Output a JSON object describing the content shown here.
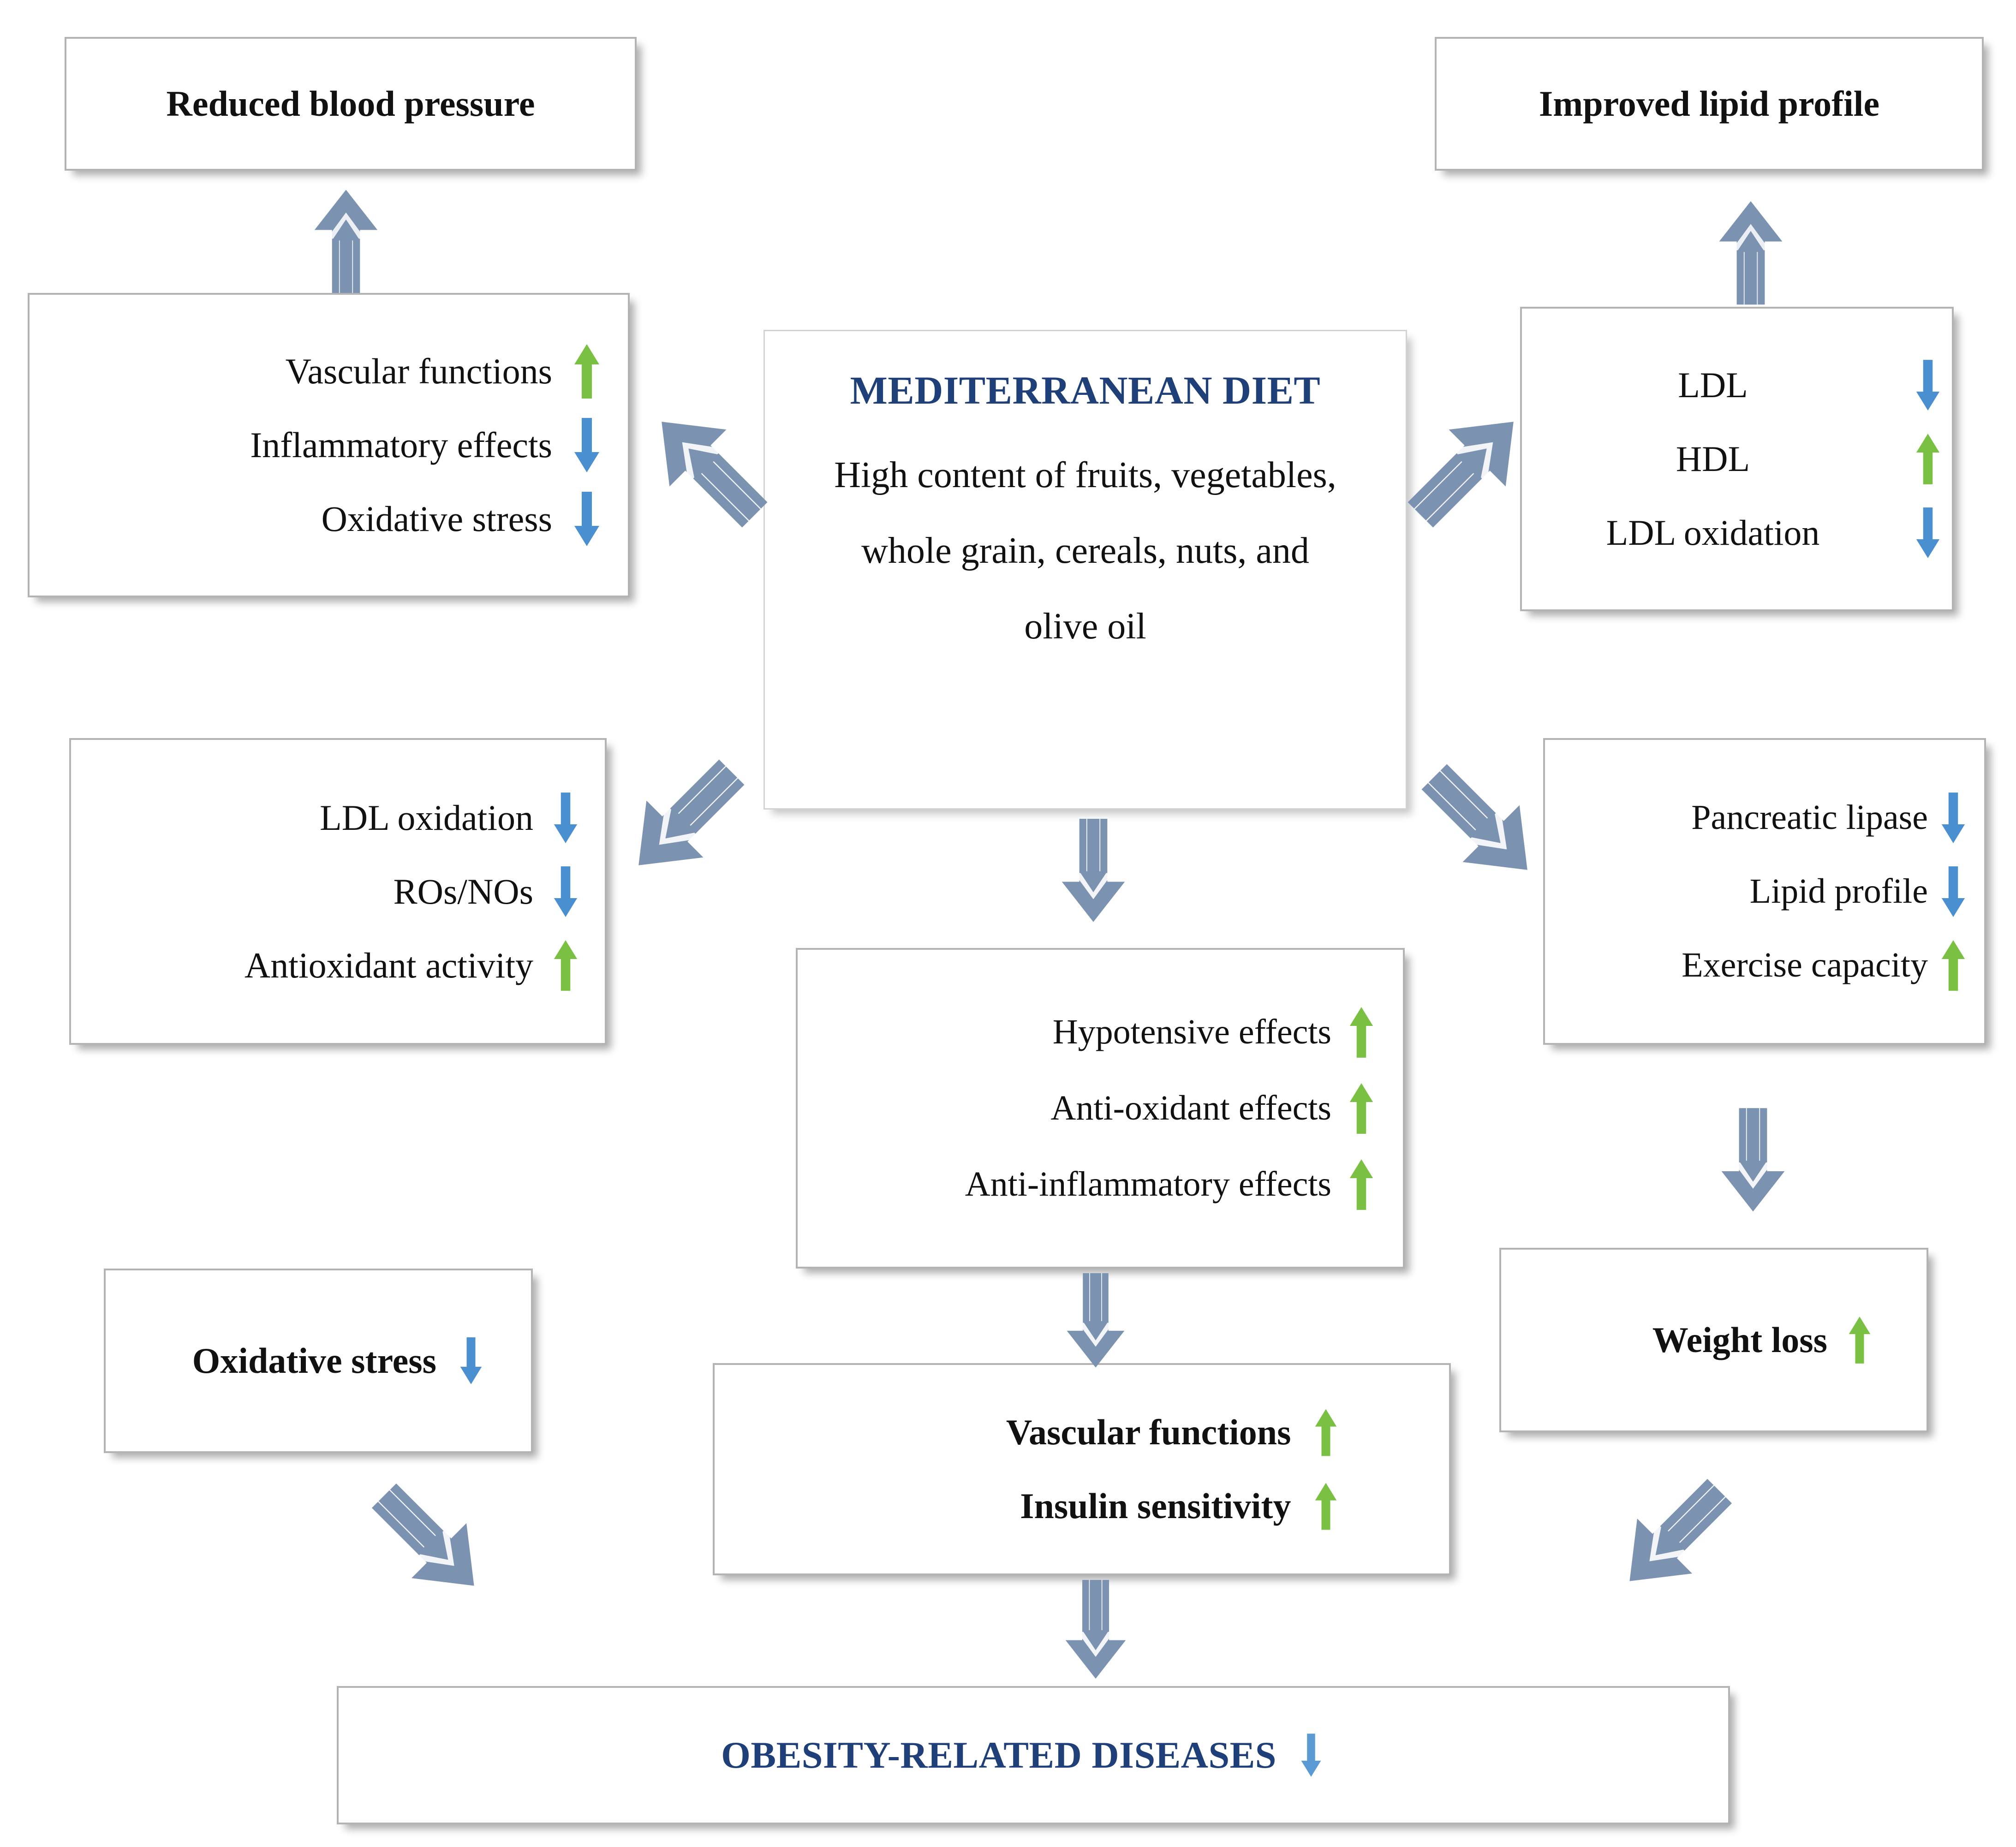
{
  "colors": {
    "increase_arrow": "#7ac143",
    "decrease_arrow": "#4a90d0",
    "connector": "#7b92b0",
    "box_border": "#b3b3b3",
    "accent_navy": "#1f3f78",
    "text": "#111111",
    "background": "#ffffff"
  },
  "diagram": {
    "title": "Mediterranean diet effects flow diagram",
    "center": {
      "heading": "MEDITERRANEAN DIET",
      "description_lines": [
        "High content of fruits, vegetables,",
        "whole grain, cereals, nuts, and",
        "olive oil"
      ]
    },
    "nodes": {
      "reduced_bp": {
        "label": "Reduced blood pressure"
      },
      "improved_lipid": {
        "label": "Improved lipid profile"
      },
      "vascular_left": {
        "rows": [
          {
            "label": "Vascular functions",
            "arrow": "up-arrow-icon",
            "direction": "increase"
          },
          {
            "label": "Inflammatory effects",
            "arrow": "down-arrow-icon",
            "direction": "decrease"
          },
          {
            "label": "Oxidative stress",
            "arrow": "down-arrow-icon",
            "direction": "decrease"
          }
        ]
      },
      "lipids_right": {
        "rows": [
          {
            "label": "LDL",
            "arrow": "down-arrow-icon",
            "direction": "decrease"
          },
          {
            "label": "HDL",
            "arrow": "up-arrow-icon",
            "direction": "increase"
          },
          {
            "label": "LDL oxidation",
            "arrow": "down-arrow-icon",
            "direction": "decrease"
          }
        ]
      },
      "oxidation_left": {
        "rows": [
          {
            "label": "LDL oxidation",
            "arrow": "down-arrow-icon",
            "direction": "decrease"
          },
          {
            "label": "ROs/NOs",
            "arrow": "down-arrow-icon",
            "direction": "decrease"
          },
          {
            "label": "Antioxidant activity",
            "arrow": "up-arrow-icon",
            "direction": "increase"
          }
        ]
      },
      "lipase_right": {
        "rows": [
          {
            "label": "Pancreatic lipase",
            "arrow": "down-arrow-icon",
            "direction": "decrease"
          },
          {
            "label": "Lipid profile",
            "arrow": "down-arrow-icon",
            "direction": "decrease"
          },
          {
            "label": "Exercise capacity",
            "arrow": "up-arrow-icon",
            "direction": "increase"
          }
        ]
      },
      "effects_center": {
        "rows": [
          {
            "label": "Hypotensive effects",
            "arrow": "up-arrow-icon",
            "direction": "increase"
          },
          {
            "label": "Anti-oxidant effects",
            "arrow": "up-arrow-icon",
            "direction": "increase"
          },
          {
            "label": "Anti-inflammatory effects",
            "arrow": "up-arrow-icon",
            "direction": "increase"
          }
        ]
      },
      "vascular_insulin": {
        "rows": [
          {
            "label": "Vascular functions",
            "arrow": "up-arrow-icon",
            "direction": "increase"
          },
          {
            "label": "Insulin sensitivity",
            "arrow": "up-arrow-icon",
            "direction": "increase"
          }
        ]
      },
      "weight_loss": {
        "rows": [
          {
            "label": "Weight loss",
            "arrow": "up-arrow-icon",
            "direction": "increase"
          }
        ]
      },
      "oxidative_stress": {
        "rows": [
          {
            "label": "Oxidative stress",
            "arrow": "down-arrow-icon",
            "direction": "decrease"
          }
        ]
      },
      "obesity_diseases": {
        "rows": [
          {
            "label": "OBESITY-RELATED DISEASES",
            "arrow": "down-arrow-icon",
            "direction": "decrease"
          }
        ]
      }
    },
    "connectors": [
      {
        "name": "connector-vascular-to-reduced-bp",
        "direction": "up"
      },
      {
        "name": "connector-lipids-to-improved-lipid",
        "direction": "up"
      },
      {
        "name": "connector-diet-to-vascular-left",
        "direction": "up-left"
      },
      {
        "name": "connector-diet-to-lipids-right",
        "direction": "up-right"
      },
      {
        "name": "connector-diet-to-oxidation-left",
        "direction": "down-left"
      },
      {
        "name": "connector-diet-to-lipase-right",
        "direction": "down-right"
      },
      {
        "name": "connector-diet-to-effects-center",
        "direction": "down"
      },
      {
        "name": "connector-lipase-to-weight-loss",
        "direction": "down"
      },
      {
        "name": "connector-effects-to-vascular-insulin",
        "direction": "down"
      },
      {
        "name": "connector-vascular-insulin-to-obesity",
        "direction": "down"
      },
      {
        "name": "connector-weight-loss-to-obesity",
        "direction": "down-left"
      },
      {
        "name": "connector-oxidative-stress-to-obesity",
        "direction": "down-right"
      }
    ]
  }
}
